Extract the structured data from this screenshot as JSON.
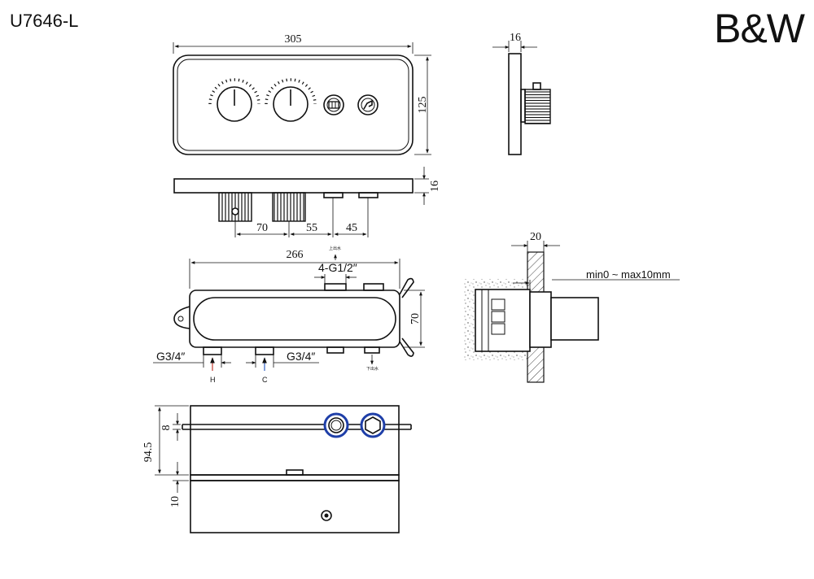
{
  "model_code": "U7646-L",
  "brand_logo": "B&W",
  "front_view": {
    "width": "305",
    "height": "125"
  },
  "side_view": {
    "thickness": "16"
  },
  "top_view": {
    "thickness": "16",
    "spacing_1": "70",
    "spacing_2": "55",
    "spacing_3": "45"
  },
  "valve_body": {
    "width": "266",
    "height": "70",
    "outlet_thread": "4-G1/2″",
    "inlet_left_thread": "G3/4″",
    "inlet_right_thread": "G3/4″",
    "hot_mark": "H",
    "cold_mark": "C"
  },
  "wall_section": {
    "wall_thickness": "20",
    "depth_range": "min0 ~ max10mm"
  },
  "box_view": {
    "dim_a": "8",
    "dim_b": "94.5",
    "dim_c": "10"
  },
  "colors": {
    "line": "#111111",
    "accent_blue": "#1f3fa8",
    "arrow_red": "#c0392b",
    "arrow_blue": "#2f5fc4"
  }
}
